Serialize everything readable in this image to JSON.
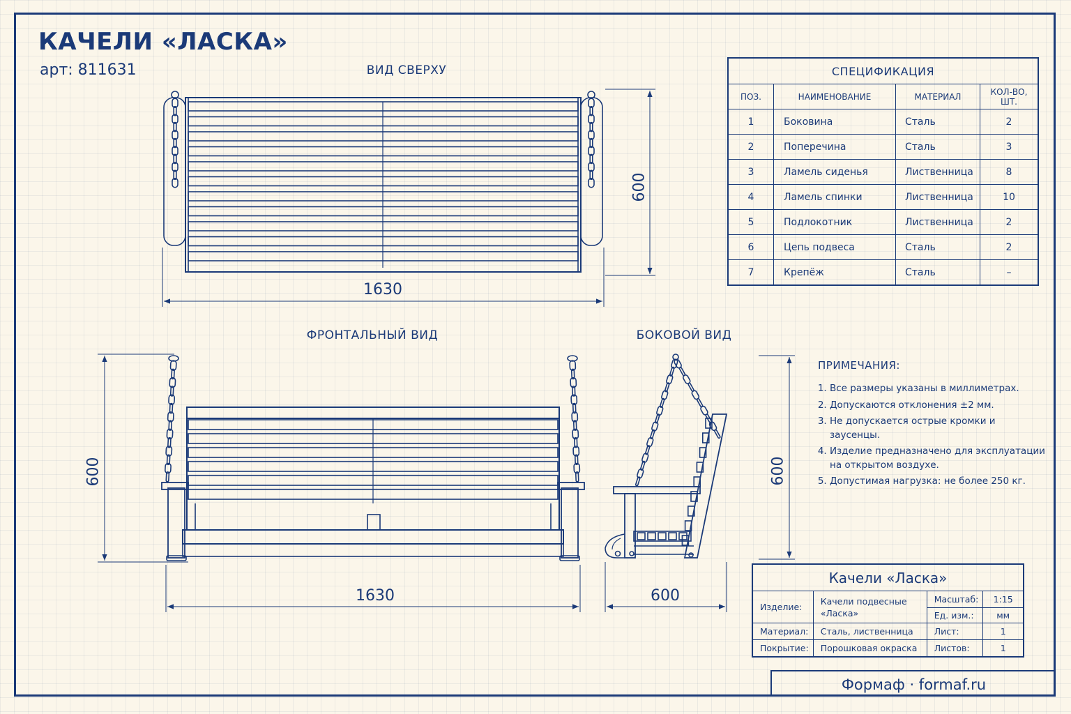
{
  "drawing": {
    "title": "КАЧЕЛИ «ЛАСКА»",
    "article": "арт: 811631"
  },
  "views": {
    "top": {
      "label": "ВИД СВЕРХУ",
      "width_dim": "1630",
      "depth_dim": "600"
    },
    "front": {
      "label": "ФРОНТАЛЬНЫЙ ВИД",
      "width_dim": "1630",
      "height_dim": "600"
    },
    "side": {
      "label": "БОКОВОЙ ВИД",
      "depth_dim": "600",
      "height_dim": "600"
    }
  },
  "spec": {
    "caption": "СПЕЦИФИКАЦИЯ",
    "headers": [
      "ПОЗ.",
      "НАИМЕНОВАНИЕ",
      "МАТЕРИАЛ",
      "КОЛ-ВО, ШТ."
    ],
    "rows": [
      [
        "1",
        "Боковина",
        "Сталь",
        "2"
      ],
      [
        "2",
        "Поперечина",
        "Сталь",
        "3"
      ],
      [
        "3",
        "Ламель сиденья",
        "Лиственница",
        "8"
      ],
      [
        "4",
        "Ламель спинки",
        "Лиственница",
        "10"
      ],
      [
        "5",
        "Подлокотник",
        "Лиственница",
        "2"
      ],
      [
        "6",
        "Цепь подвеса",
        "Сталь",
        "2"
      ],
      [
        "7",
        "Крепёж",
        "Сталь",
        "–"
      ]
    ]
  },
  "notes": {
    "heading": "ПРИМЕЧАНИЯ:",
    "items": [
      "Все размеры указаны в миллиметрах.",
      "Допускаются отклонения ±2 мм.",
      "Не допускается острые кромки и заусенцы.",
      "Изделие предназначено для эксплуатации на открытом воздухе.",
      "Допустимая нагрузка: не более 250 кг."
    ]
  },
  "title_block": {
    "name": "Качели «Ласка»",
    "product_label": "Изделие:",
    "product_value": "Качели подвесные «Ласка»",
    "material_label": "Материал:",
    "material_value": "Сталь, лиственница",
    "coating_label": "Покрытие:",
    "coating_value": "Порошковая окраска",
    "scale_label": "Масштаб:",
    "scale_value": "1:15",
    "unit_label": "Ед. изм.:",
    "unit_value": "мм",
    "sheet_label": "Лист:",
    "sheet_value": "1",
    "sheets_label": "Листов:",
    "sheets_value": "1"
  },
  "footer": "Формаф · formaf.ru",
  "colors": {
    "ink": "#1b3a78",
    "paper": "#fbf6ea"
  }
}
